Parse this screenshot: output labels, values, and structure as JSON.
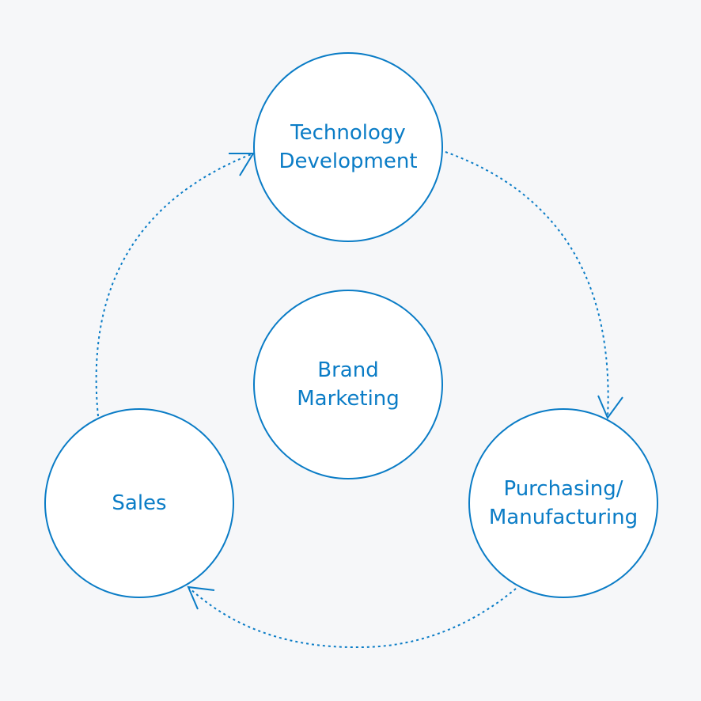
{
  "colors": {
    "background": "#f6f7f9",
    "accent": "#0a7cc6",
    "node_fill": "#ffffff"
  },
  "nodes": {
    "technology_development": "Technology\nDevelopment",
    "brand_marketing": "Brand\nMarketing",
    "sales": "Sales",
    "purchasing_manufacturing": "Purchasing/\nManufacturing"
  },
  "edges": [
    {
      "from": "technology_development",
      "to": "purchasing_manufacturing",
      "style": "dotted-arrow"
    },
    {
      "from": "purchasing_manufacturing",
      "to": "sales",
      "style": "dotted-arrow"
    },
    {
      "from": "sales",
      "to": "technology_development",
      "style": "dotted-arrow"
    }
  ]
}
